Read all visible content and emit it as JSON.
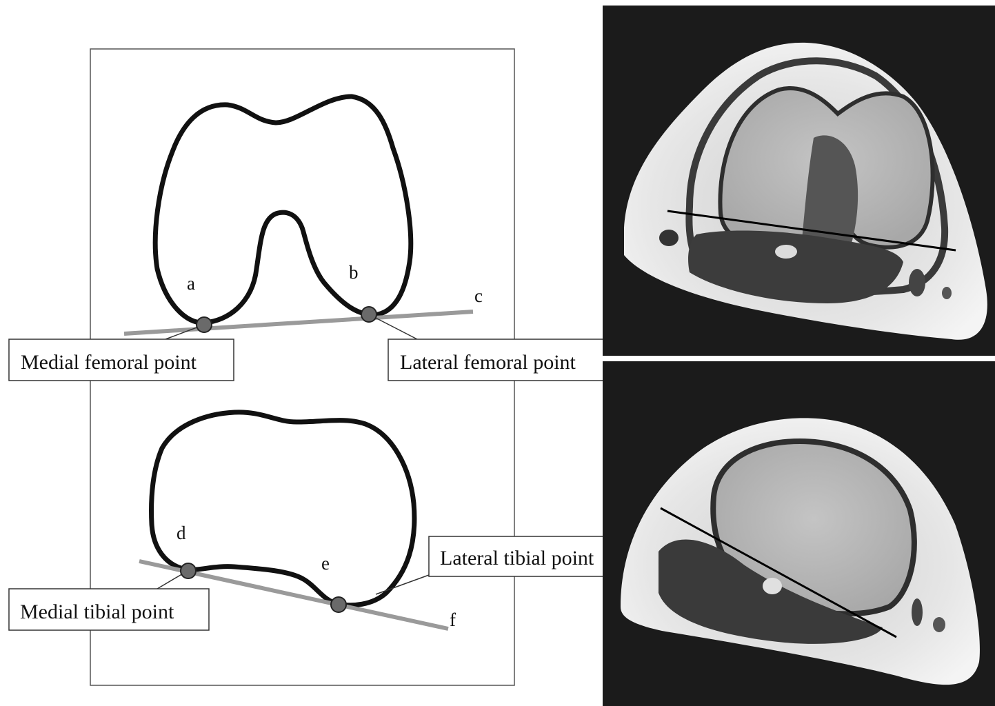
{
  "diagram": {
    "femur_points": {
      "a": "a",
      "b": "b",
      "c": "c"
    },
    "tibia_points": {
      "d": "d",
      "e": "e",
      "f": "f"
    },
    "callouts": {
      "medial_femoral": "Medial femoral point",
      "lateral_femoral": "Lateral femoral point",
      "medial_tibial": "Medial tibial point",
      "lateral_tibial": "Lateral tibial point"
    }
  },
  "colors": {
    "outline": "#111111",
    "reference_line": "#9a9a9a",
    "point_fill": "#6a6a6a",
    "mri_background": "#1b1b1b"
  }
}
